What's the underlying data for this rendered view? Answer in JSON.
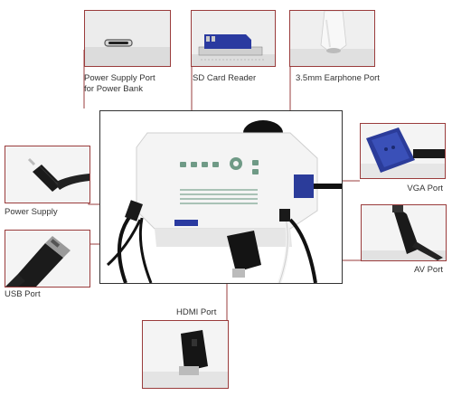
{
  "ports": {
    "power_bank": {
      "line1": "Power Supply Port",
      "line2": "for Power Bank"
    },
    "sd_card": {
      "label": "SD Card Reader"
    },
    "earphone": {
      "label": "3.5mm Earphone Port"
    },
    "vga": {
      "label": "VGA Port"
    },
    "power_supply": {
      "label": "Power Supply"
    },
    "av": {
      "label": "AV Port"
    },
    "usb": {
      "label": "USB Port"
    },
    "hdmi": {
      "label": "HDMI Port"
    }
  },
  "colors": {
    "callout_line": "#9a3c3c",
    "projector_body": "#f4f4f4",
    "vga_blue": "#2b3c9a",
    "sd_blue": "#2a3aa0",
    "panel_button": "#6f9a86",
    "cable": "#111111"
  }
}
